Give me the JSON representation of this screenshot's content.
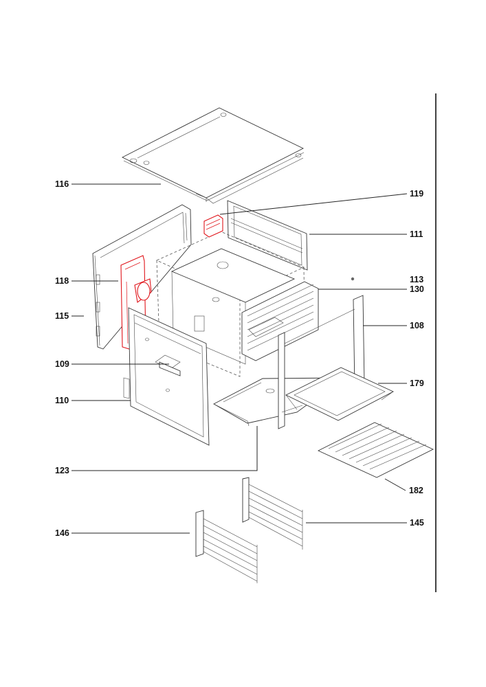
{
  "callouts": [
    {
      "id": "116",
      "label": "116"
    },
    {
      "id": "119",
      "label": "119"
    },
    {
      "id": "111",
      "label": "111"
    },
    {
      "id": "118",
      "label": "118"
    },
    {
      "id": "113",
      "label": "113"
    },
    {
      "id": "130",
      "label": "130"
    },
    {
      "id": "115",
      "label": "115"
    },
    {
      "id": "108",
      "label": "108"
    },
    {
      "id": "109",
      "label": "109"
    },
    {
      "id": "179",
      "label": "179"
    },
    {
      "id": "110",
      "label": "110"
    },
    {
      "id": "123",
      "label": "123"
    },
    {
      "id": "182",
      "label": "182"
    },
    {
      "id": "145",
      "label": "145"
    },
    {
      "id": "146",
      "label": "146"
    }
  ],
  "colors": {
    "highlight": "#e0141a",
    "line": "#222222"
  }
}
